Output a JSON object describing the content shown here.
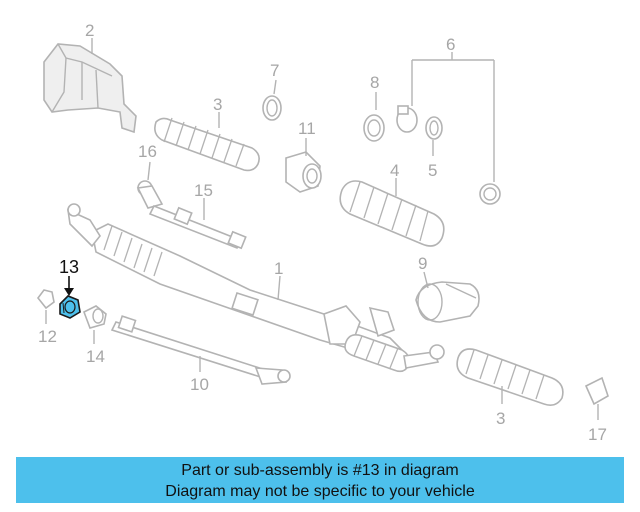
{
  "labels": {
    "l1": "1",
    "l2": "2",
    "l3a": "3",
    "l3b": "3",
    "l4": "4",
    "l5": "5",
    "l6": "6",
    "l7": "7",
    "l8": "8",
    "l9": "9",
    "l10": "10",
    "l11": "11",
    "l12": "12",
    "l13": "13",
    "l14": "14",
    "l15": "15",
    "l16": "16",
    "l17": "17"
  },
  "highlight": {
    "part_number": "13",
    "color": "#4dc0ec"
  },
  "caption": {
    "line1": "Part or sub-assembly is #13 in diagram",
    "line2": "Diagram may not be specific to your vehicle",
    "background": "#4dc0ec"
  }
}
